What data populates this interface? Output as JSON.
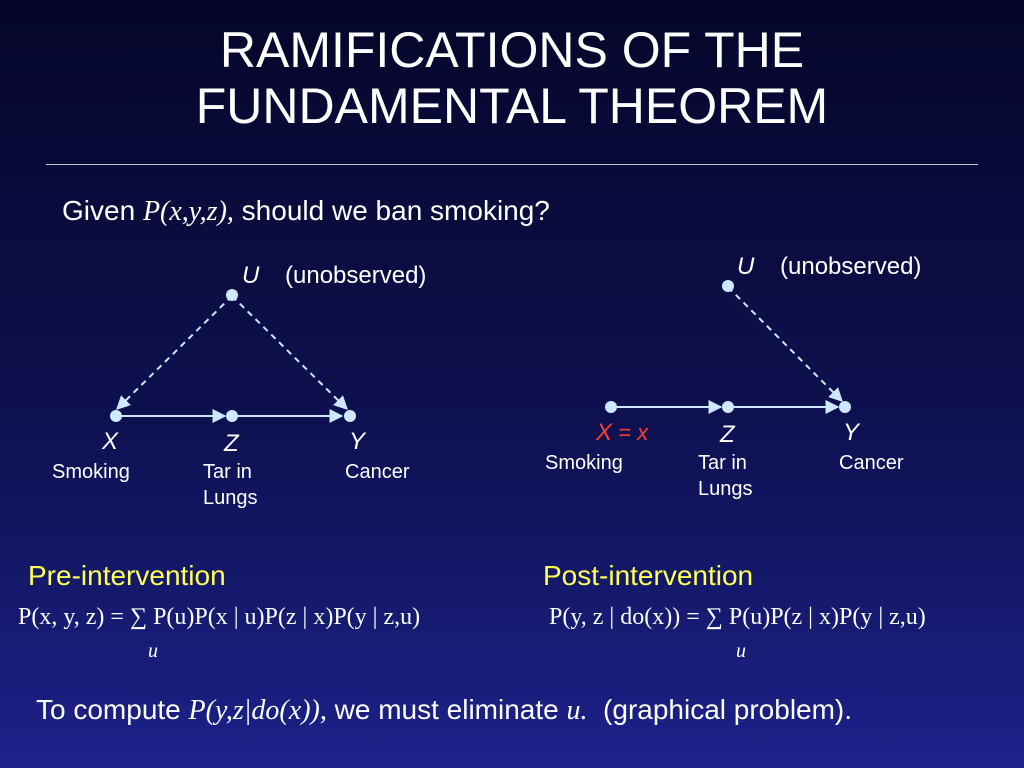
{
  "title": {
    "line1": "RAMIFICATIONS OF THE",
    "line2": "FUNDAMENTAL THEOREM"
  },
  "question": {
    "prefix": "Given ",
    "expr": "P(x,y,z),",
    "suffix": " should we ban smoking?"
  },
  "left_graph": {
    "u_node": "U",
    "u_note": "(unobserved)",
    "x_node": "X",
    "x_desc": "Smoking",
    "z_node": "Z",
    "z_desc_line1": "Tar in",
    "z_desc_line2": "Lungs",
    "y_node": "Y",
    "y_desc": "Cancer"
  },
  "right_graph": {
    "u_node": "U",
    "u_note": "(unobserved)",
    "x_node": "X",
    "x_assign": "= x",
    "x_desc": "Smoking",
    "z_node": "Z",
    "z_desc_line1": "Tar in",
    "z_desc_line2": "Lungs",
    "y_node": "Y",
    "y_desc": "Cancer"
  },
  "pre": {
    "label": "Pre-intervention",
    "formula": "P(x, y, z) = ∑ P(u)P(x | u)P(z | x)P(y | z,u)",
    "sub": "u"
  },
  "post": {
    "label": "Post-intervention",
    "formula": "P(y, z | do(x)) = ∑ P(u)P(z | x)P(y | z,u)",
    "sub": "u"
  },
  "bottom": {
    "prefix": "To compute ",
    "expr": "P(y,z|do(x)),",
    "middle": " we must eliminate ",
    "var": "u.",
    "suffix": "  (graphical problem)."
  },
  "colors": {
    "node": "#cfe6ff",
    "accent": "#ffff55",
    "red": "#ff3b2f"
  }
}
